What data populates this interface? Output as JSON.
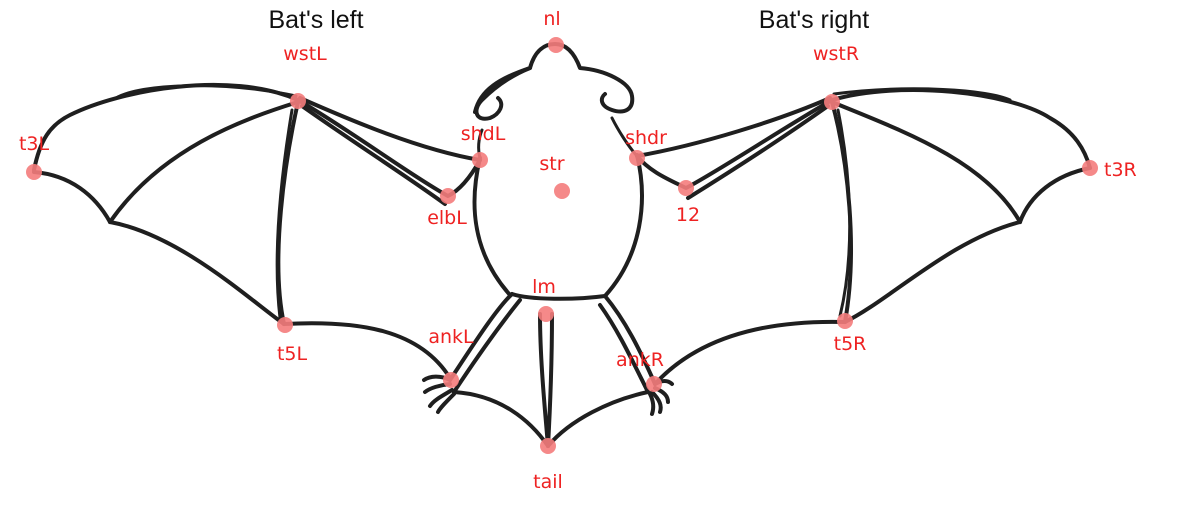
{
  "headings": {
    "left": "Bat's left",
    "right": "Bat's right"
  },
  "colors": {
    "marker": "#f47c7c",
    "label": "#ee2222",
    "outline": "#1f1f1f"
  },
  "landmarks": [
    {
      "id": "nl",
      "label": "nl"
    },
    {
      "id": "wstL",
      "label": "wstL"
    },
    {
      "id": "wstR",
      "label": "wstR"
    },
    {
      "id": "t3L",
      "label": "t3L"
    },
    {
      "id": "t3R",
      "label": "t3R"
    },
    {
      "id": "shdL",
      "label": "shdL"
    },
    {
      "id": "shdr",
      "label": "shdr"
    },
    {
      "id": "str",
      "label": "str"
    },
    {
      "id": "elbL",
      "label": "elbL"
    },
    {
      "id": "elbR",
      "label": "12"
    },
    {
      "id": "lm",
      "label": "lm"
    },
    {
      "id": "t5L",
      "label": "t5L"
    },
    {
      "id": "t5R",
      "label": "t5R"
    },
    {
      "id": "ankL",
      "label": "ankL"
    },
    {
      "id": "ankR",
      "label": "ankR"
    },
    {
      "id": "tail",
      "label": "tail"
    }
  ]
}
